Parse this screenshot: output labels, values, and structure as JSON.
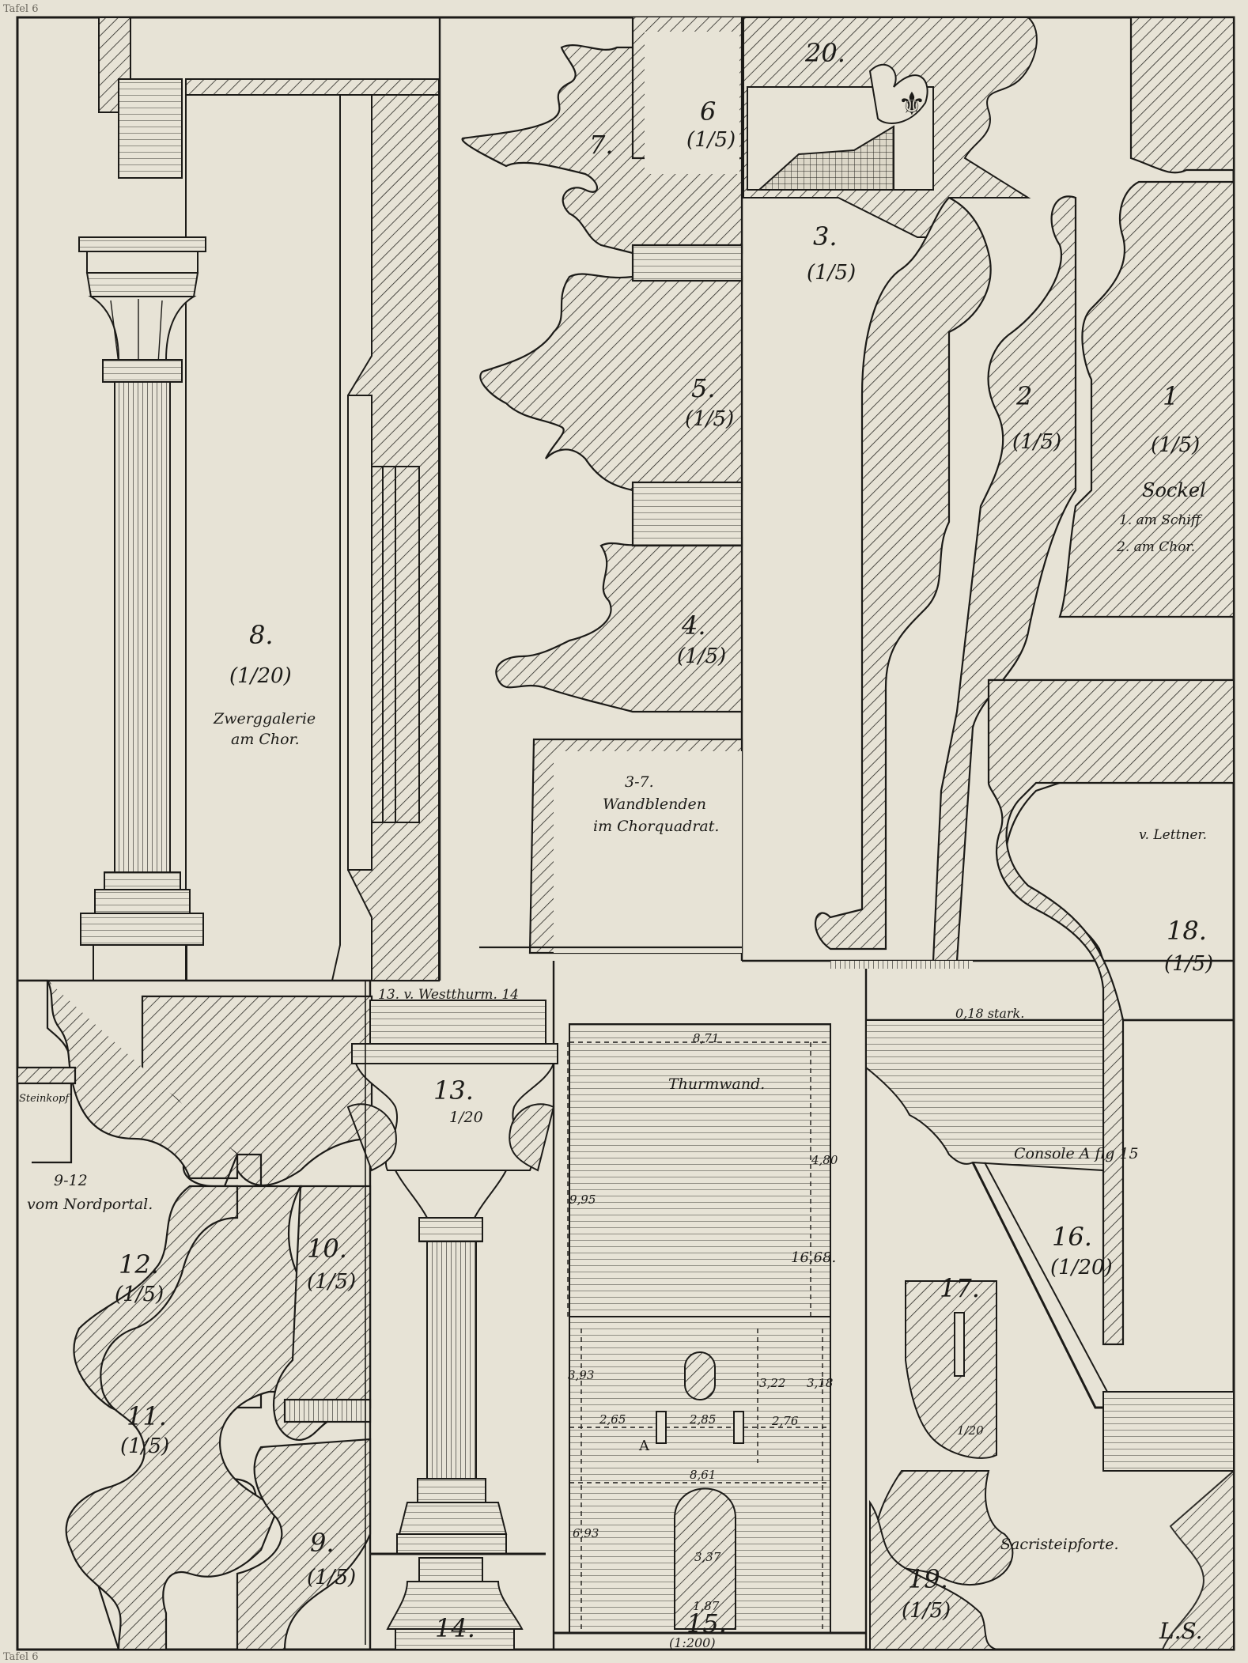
{
  "header": {
    "text": "Tafel 6",
    "mark": "L.S."
  },
  "footer": {
    "text": "Tafel 6"
  },
  "labels": {
    "f20": "20.",
    "f3": "3.",
    "s3": "(1/5)",
    "f6": "6",
    "s6": "(1/5)",
    "f7": "7.",
    "f5": "5.",
    "s5": "(1/5)",
    "f4": "4.",
    "s4": "(1/5)",
    "g37": "3-7.",
    "wand": "Wandblenden",
    "chorq": "im Chorquadrat.",
    "f2": "2",
    "s2": "(1/5)",
    "f1": "1",
    "s1": "(1/5)",
    "sockel": "Sockel",
    "sock1": "1. am Schiff",
    "sock2": "2. am Chor.",
    "f8": "8.",
    "s8": "(1/20)",
    "zwerg": "Zwerggalerie",
    "amchor": "am Chor.",
    "lettner": "v. Lettner.",
    "f18": "18.",
    "s18": "(1/5)",
    "westthurm": "13. v. Westthurm. 14",
    "f13": "13.",
    "s13": "1/20",
    "f15": "15.",
    "s15": "(1:200)",
    "thurmwand": "Thurmwand.",
    "d871": "8,71",
    "d1668": "16,68.",
    "d480": "4,80",
    "d995": "9,95",
    "d393": "3,93",
    "d322": "3,22",
    "d318": "3,18",
    "d265": "2,65",
    "d285": "2,85",
    "d276": "2,76",
    "d861": "8,61",
    "d693": "6,93",
    "d337": "3,37",
    "d187": "1,87",
    "dA": "A",
    "stark": "0,18 stark.",
    "console": "Console A fig 15",
    "f16": "16.",
    "s16": "(1/20)",
    "f17": "17.",
    "s17": "1/20",
    "f19": "19.",
    "s19": "(1/5)",
    "sakristei": "Sacristeipforte.",
    "f14": "14.",
    "f912": "9-12",
    "nordportal": "vom Nordportal.",
    "steinkopf": "Steinkopf",
    "f12": "12.",
    "s12": "(1/5)",
    "f11": "11.",
    "s11": "(1/5)",
    "f10": "10.",
    "s10": "(1/5)",
    "f9": "9.",
    "s9": "(1/5)"
  }
}
